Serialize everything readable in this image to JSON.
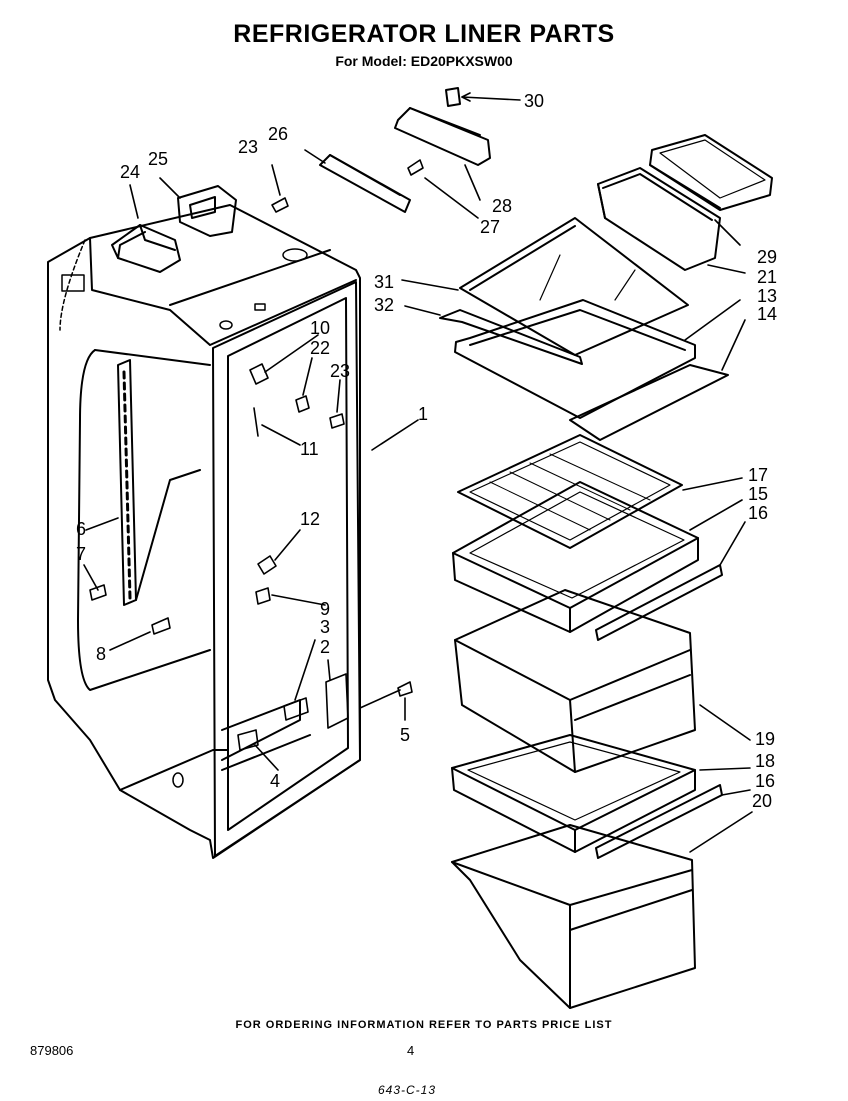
{
  "header": {
    "title": "REFRIGERATOR LINER PARTS",
    "model_line": "For Model: ED20PKXSW00"
  },
  "footer": {
    "ordering_note": "FOR ORDERING INFORMATION REFER TO PARTS PRICE LIST",
    "document_number": "879806",
    "page_number": "4",
    "handwritten_code": "643-C-13"
  },
  "callouts": {
    "c1": "1",
    "c2": "2",
    "c3": "3",
    "c4": "4",
    "c5": "5",
    "c6": "6",
    "c7": "7",
    "c8": "8",
    "c9": "9",
    "c10": "10",
    "c11": "11",
    "c12": "12",
    "c13": "13",
    "c14": "14",
    "c15": "15",
    "c16a": "16",
    "c16b": "16",
    "c17": "17",
    "c18": "18",
    "c19": "19",
    "c20": "20",
    "c21": "21",
    "c22": "22",
    "c23a": "23",
    "c23b": "23",
    "c24": "24",
    "c25": "25",
    "c26": "26",
    "c27": "27",
    "c28": "28",
    "c29": "29",
    "c30": "30",
    "c31": "31",
    "c32": "32"
  }
}
